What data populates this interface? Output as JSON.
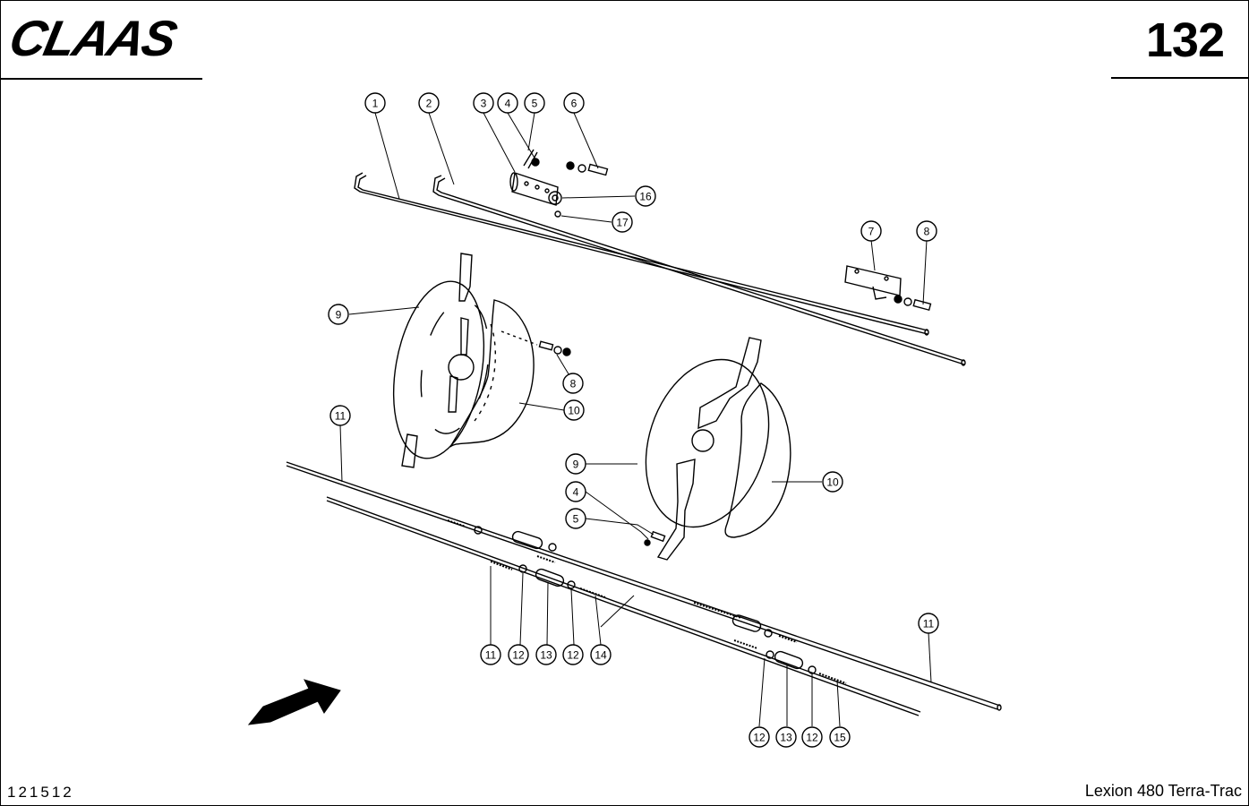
{
  "header": {
    "brand": "CLAAS",
    "page_number": "132"
  },
  "footer": {
    "document_id": "121512",
    "model": "Lexion 480 Terra-Trac"
  },
  "callouts": [
    {
      "id": "c1",
      "label": "1"
    },
    {
      "id": "c2",
      "label": "2"
    },
    {
      "id": "c3",
      "label": "3"
    },
    {
      "id": "c4",
      "label": "4"
    },
    {
      "id": "c5",
      "label": "5"
    },
    {
      "id": "c6",
      "label": "6"
    },
    {
      "id": "c16",
      "label": "16"
    },
    {
      "id": "c17",
      "label": "17"
    },
    {
      "id": "c7",
      "label": "7"
    },
    {
      "id": "c8a",
      "label": "8"
    },
    {
      "id": "c9a",
      "label": "9"
    },
    {
      "id": "c8b",
      "label": "8"
    },
    {
      "id": "c10a",
      "label": "10"
    },
    {
      "id": "c11a",
      "label": "11"
    },
    {
      "id": "c9b",
      "label": "9"
    },
    {
      "id": "c10b",
      "label": "10"
    },
    {
      "id": "c4b",
      "label": "4"
    },
    {
      "id": "c5b",
      "label": "5"
    },
    {
      "id": "c11b",
      "label": "11"
    },
    {
      "id": "c12a",
      "label": "12"
    },
    {
      "id": "c13a",
      "label": "13"
    },
    {
      "id": "c12b",
      "label": "12"
    },
    {
      "id": "c14",
      "label": "14"
    },
    {
      "id": "c11c",
      "label": "11"
    },
    {
      "id": "c12c",
      "label": "12"
    },
    {
      "id": "c13b",
      "label": "13"
    },
    {
      "id": "c12d",
      "label": "12"
    },
    {
      "id": "c15",
      "label": "15"
    }
  ]
}
